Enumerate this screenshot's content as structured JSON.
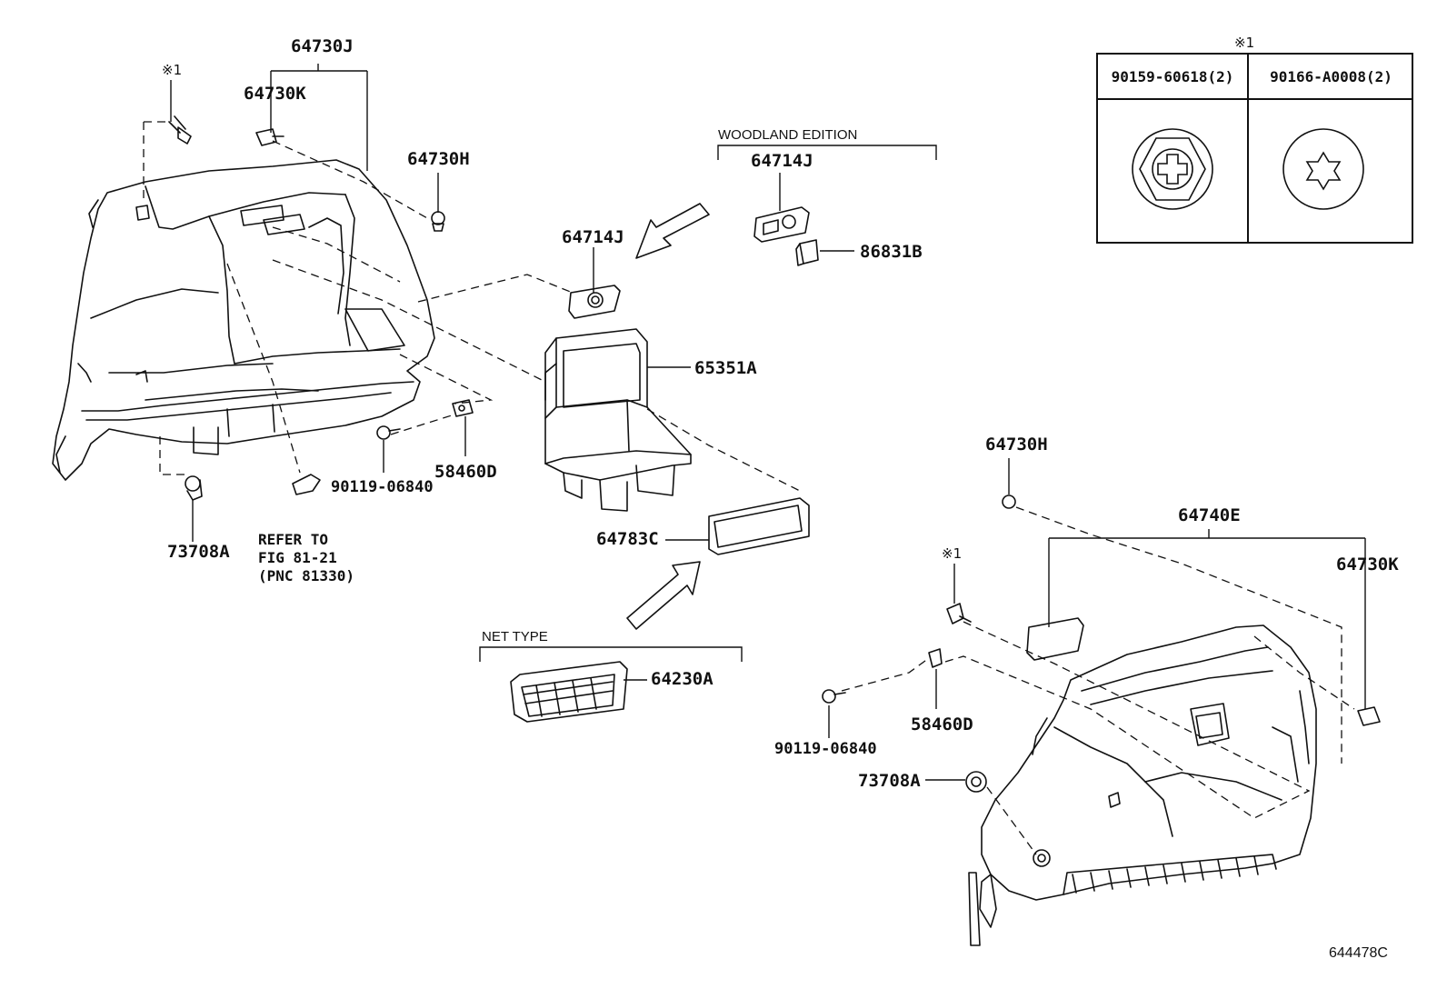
{
  "legend": {
    "mark": "※1",
    "col1": "90159-60618(2)",
    "col2": "90166-A0008(2)"
  },
  "groups": {
    "woodland": "WOODLAND EDITION",
    "net": "NET TYPE"
  },
  "labels": {
    "p64730J": "64730J",
    "p64730K_left": "64730K",
    "p64730H_left": "64730H",
    "p64714J_left": "64714J",
    "p64714J_right": "64714J",
    "p86831B": "86831B",
    "p65351A": "65351A",
    "p58460D_left": "58460D",
    "p90119_left": "90119-06840",
    "p73708A_left": "73708A",
    "p64783C": "64783C",
    "p64230A": "64230A",
    "p64730H_right": "64730H",
    "p64740E": "64740E",
    "p64730K_right": "64730K",
    "p58460D_right": "58460D",
    "p90119_right": "90119-06840",
    "p73708A_right": "73708A",
    "mark_left": "※1",
    "mark_right": "※1"
  },
  "refer_note": "REFER TO\nFIG 81-21\n(PNC 81330)",
  "figure_number": "644478C"
}
